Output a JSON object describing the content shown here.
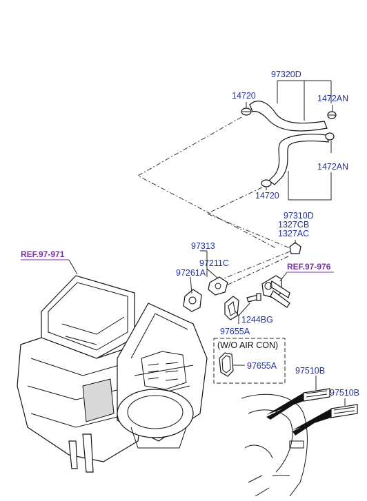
{
  "labels": {
    "p97320D": "97320D",
    "p14720_top": "14720",
    "p1472AN_top": "1472AN",
    "p1472AN_mid": "1472AN",
    "p14720_bot": "14720",
    "p97310D": "97310D",
    "p1327CB": "1327CB",
    "p1327AC": "1327AC",
    "p97313": "97313",
    "p97211C": "97211C",
    "p97261A": "97261A",
    "p1244BG": "1244BG",
    "p97655A": "97655A",
    "p97655A_inset": "97655A",
    "p97510B_1": "97510B",
    "p97510B_2": "97510B"
  },
  "refs": {
    "ref_left": "REF.97-971",
    "ref_right": "REF.97-976"
  },
  "inset": {
    "title": "(W/O AIR CON)"
  }
}
